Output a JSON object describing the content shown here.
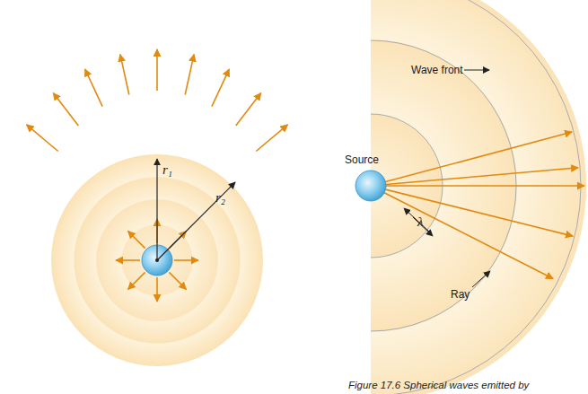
{
  "diagram": {
    "caption": "Figure 17.6 Spherical waves emitted by",
    "labels": [
      "r₁",
      "r₂",
      "Wave front",
      "Source",
      "λ",
      "Ray"
    ]
  }
}
